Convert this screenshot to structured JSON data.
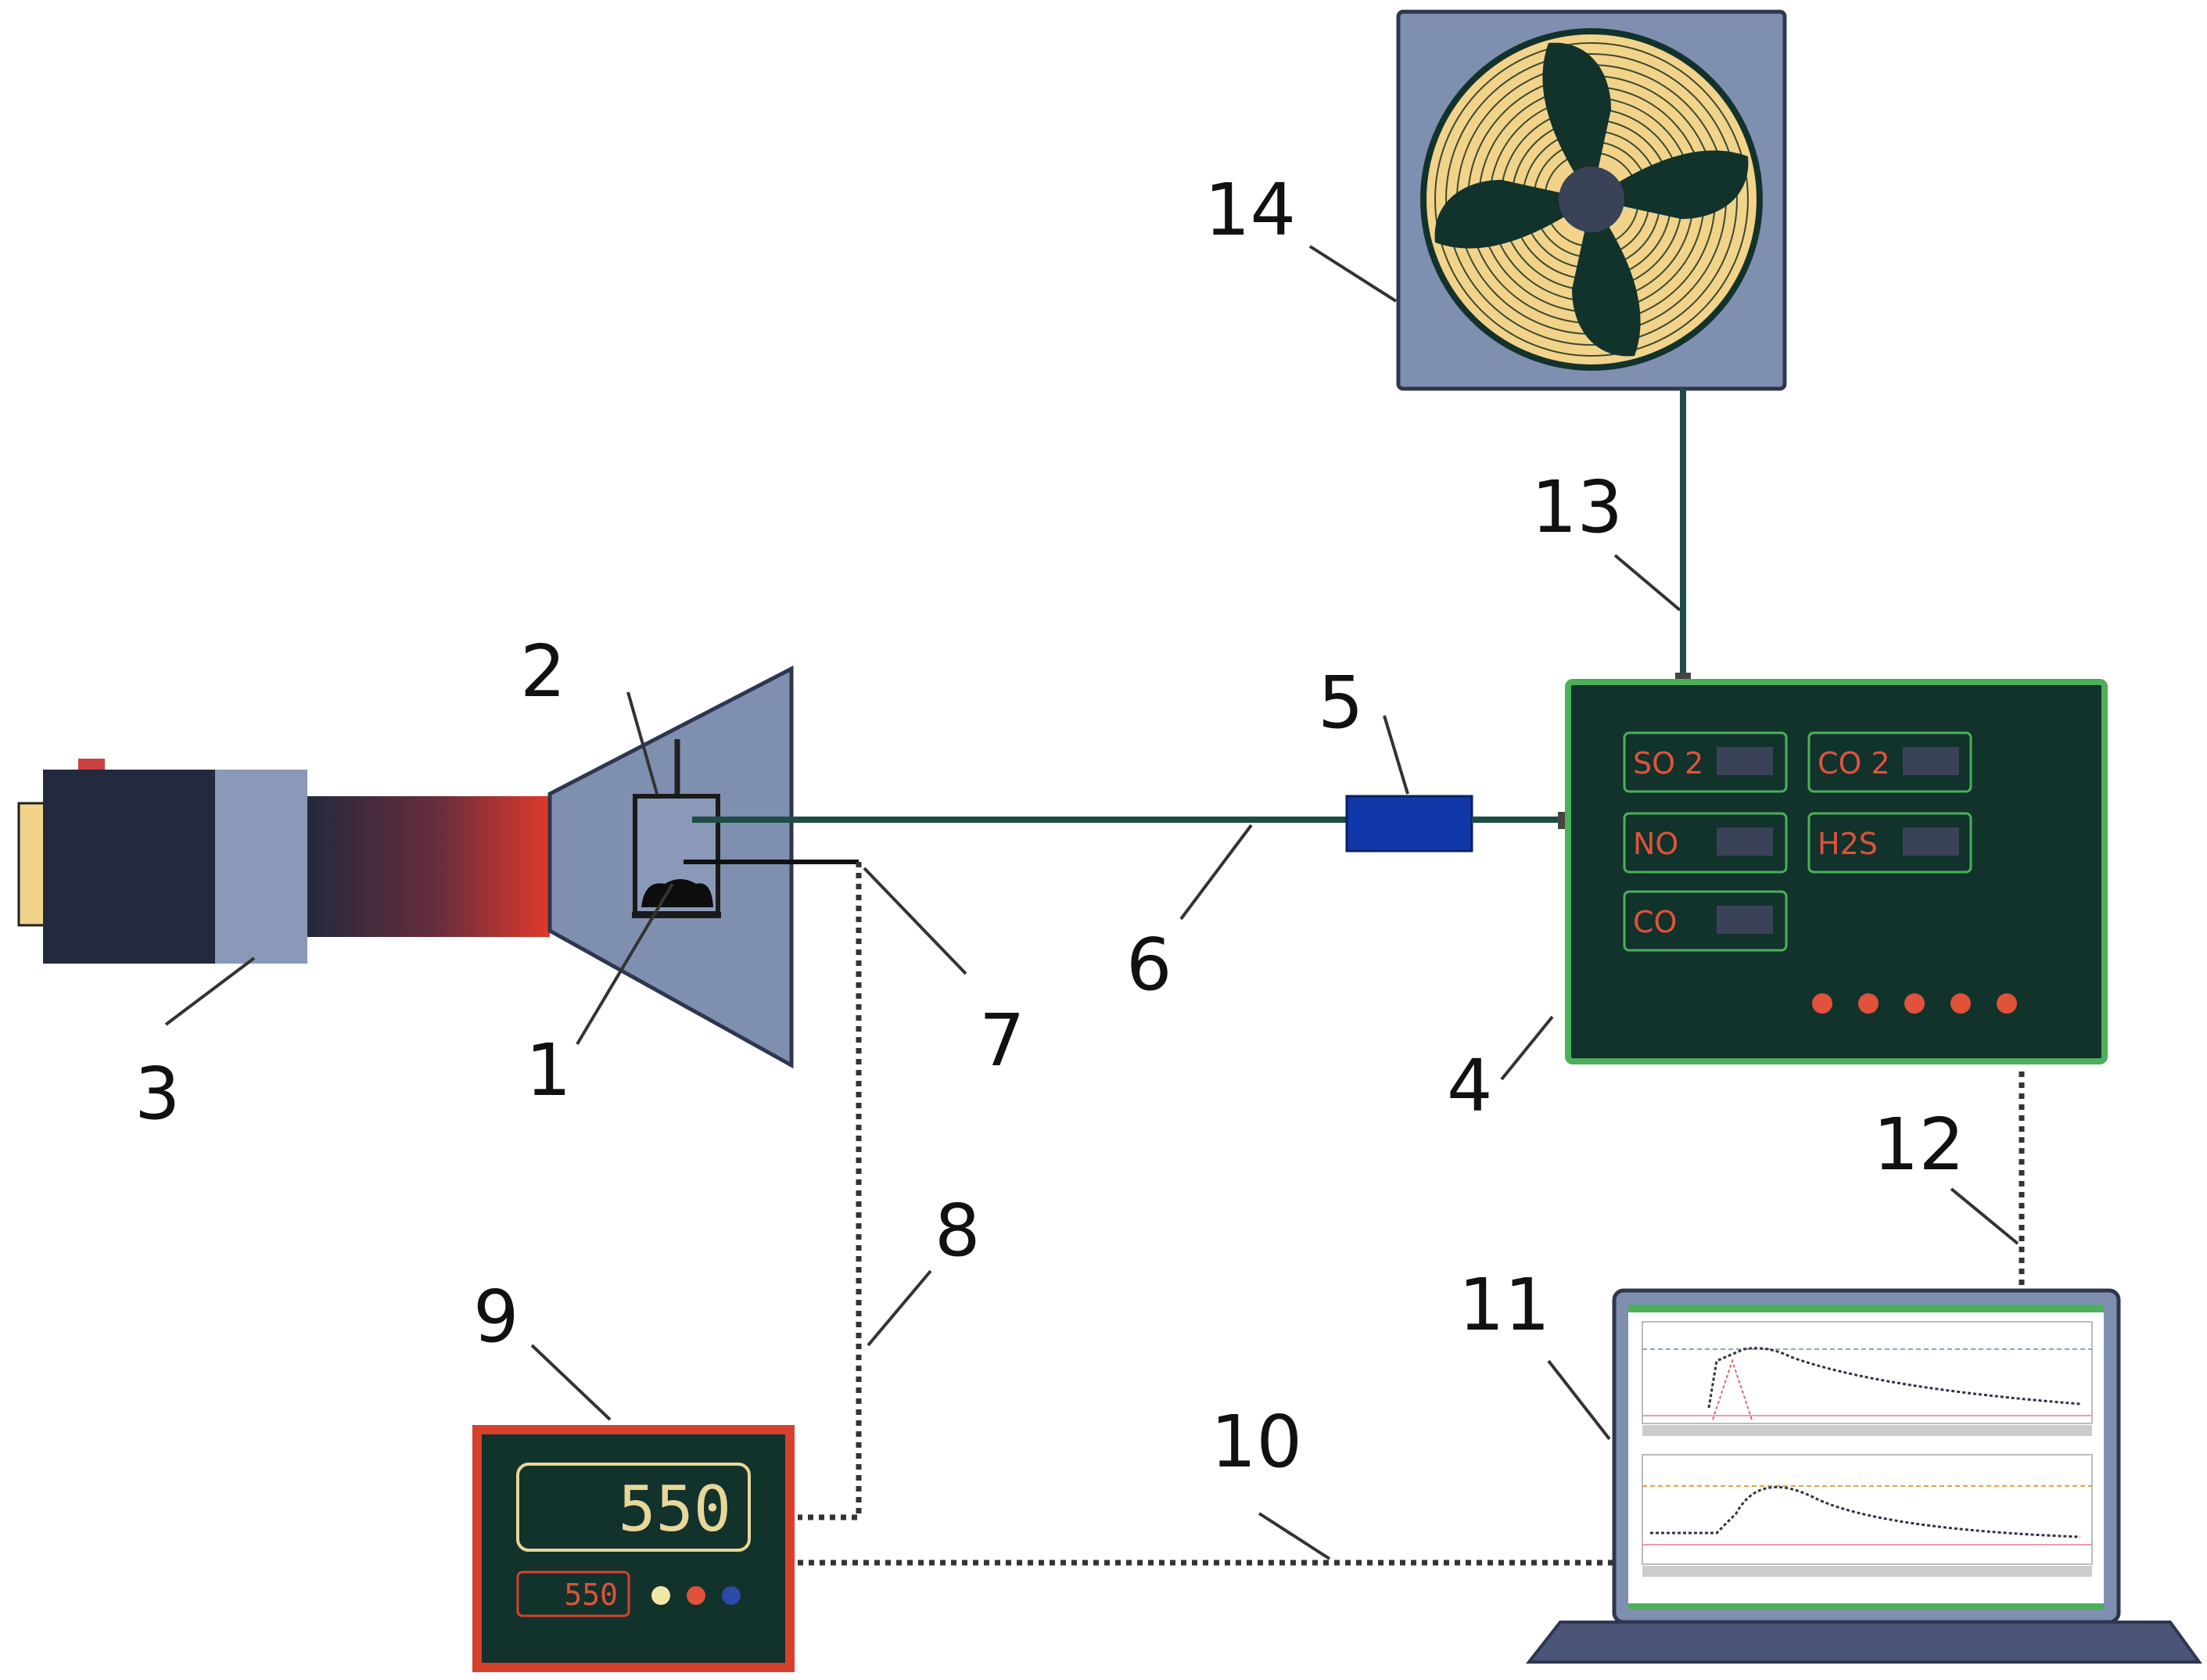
{
  "labels": {
    "l1": "1",
    "l2": "2",
    "l3": "3",
    "l4": "4",
    "l5": "5",
    "l6": "6",
    "l7": "7",
    "l8": "8",
    "l9": "9",
    "l10": "10",
    "l11": "11",
    "l12": "12",
    "l13": "13",
    "l14": "14"
  },
  "analyzer": {
    "channels": [
      "SO 2",
      "CO 2",
      "NO",
      "H2S",
      "CO"
    ],
    "indicator_light_count": 5
  },
  "temperature_controller": {
    "main_display": "550",
    "small_display": "550",
    "indicator_colors": [
      "#f3e7a6",
      "#e0523a",
      "#2c4aa8"
    ]
  },
  "colors": {
    "dark_panel": "#12322c",
    "panel_border_green": "#4caf5a",
    "controller_border": "#d6412e",
    "fan_blade": "#f2d38a",
    "fan_box": "#7f8fb0",
    "hood": "#7f8fb0",
    "filter": "#1038a8",
    "heater_glow": "#e0392b"
  }
}
